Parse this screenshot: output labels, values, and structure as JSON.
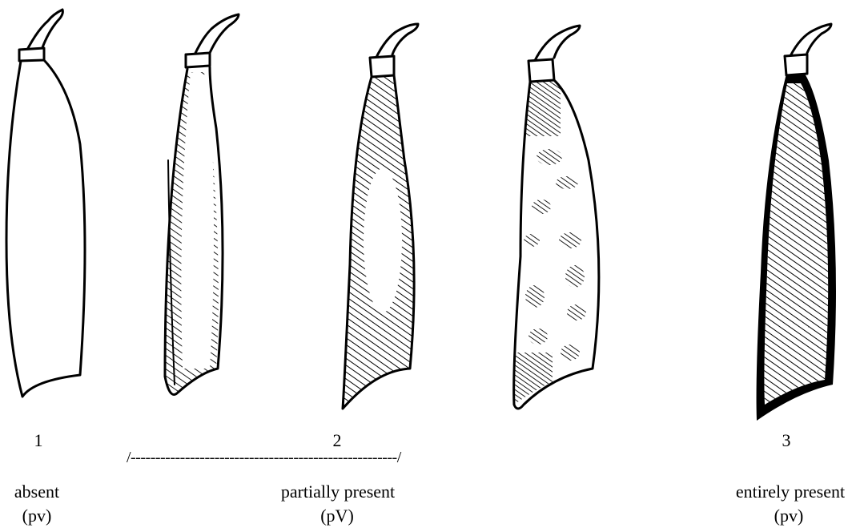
{
  "figure": {
    "pods": [
      {
        "id": "pod-1",
        "fill": "none"
      },
      {
        "id": "pod-2a",
        "fill": "left-edge-hatch"
      },
      {
        "id": "pod-2b",
        "fill": "hatch-with-center-clear"
      },
      {
        "id": "pod-2c",
        "fill": "scattered-patches"
      },
      {
        "id": "pod-3",
        "fill": "full-hatch-dark-border"
      }
    ],
    "class_numbers": [
      "1",
      "2",
      "3"
    ],
    "bracket_text": "/------------------------------------------------------/",
    "labels": [
      {
        "text": "absent",
        "genotype": "(pv)"
      },
      {
        "text": "partially present",
        "genotype": "(pV)"
      },
      {
        "text": "entirely present",
        "genotype": "(pv)"
      }
    ],
    "colors": {
      "ink": "#000000",
      "background": "#ffffff"
    }
  }
}
